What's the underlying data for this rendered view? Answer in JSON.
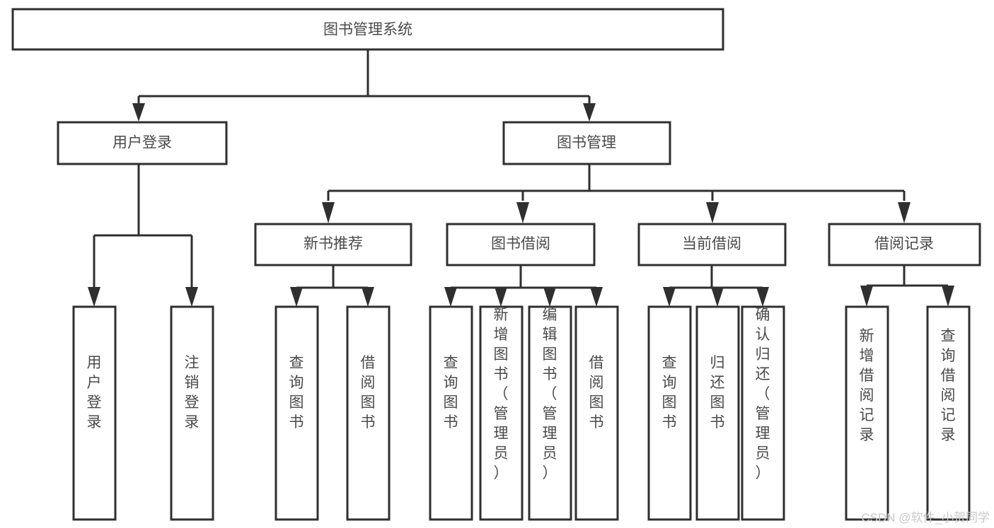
{
  "diagram": {
    "type": "tree",
    "title": "图书管理系统",
    "watermark": "CSDN @软件_小贺同学",
    "colors": {
      "stroke": "#2f2f2f",
      "box_fill": "#ffffff",
      "text": "#4a4a4a",
      "background": "#ffffff",
      "watermark": "#c9c9c9"
    },
    "levels": {
      "root": {
        "label": "图书管理系统"
      },
      "level2": [
        {
          "label": "用户登录"
        },
        {
          "label": "图书管理"
        }
      ],
      "level3": [
        {
          "label": "新书推荐"
        },
        {
          "label": "图书借阅"
        },
        {
          "label": "当前借阅"
        },
        {
          "label": "借阅记录"
        }
      ]
    },
    "leaves": {
      "user_login": [
        {
          "label": "用户登录"
        },
        {
          "label": "注销登录"
        }
      ],
      "new_book_recommend": [
        {
          "label": "查询图书"
        },
        {
          "label": "借阅图书"
        }
      ],
      "book_borrow": [
        {
          "label": "查询图书"
        },
        {
          "label": "新增图书（管理员）"
        },
        {
          "label": "编辑图书（管理员）"
        },
        {
          "label": "借阅图书"
        }
      ],
      "current_borrow": [
        {
          "label": "查询图书"
        },
        {
          "label": "归还图书"
        },
        {
          "label": "确认归还（管理员）"
        }
      ],
      "borrow_record": [
        {
          "label": "新增借阅记录"
        },
        {
          "label": "查询借阅记录"
        }
      ]
    }
  }
}
